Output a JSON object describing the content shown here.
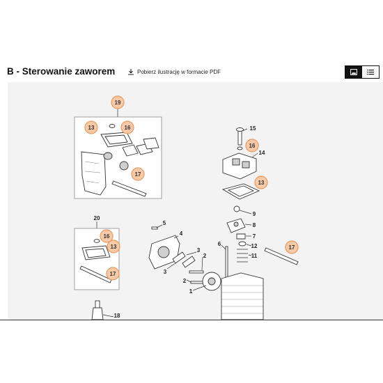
{
  "header": {
    "title": "B - Sterowanie zaworem",
    "pdf_link_label": "Pobierz ilustrację w formacie PDF"
  },
  "view_toggle": {
    "image_icon": "image-icon",
    "list_icon": "list-icon",
    "active": "image"
  },
  "colors": {
    "callout_fill": "#f8c9a6",
    "callout_stroke": "#e69a62",
    "canvas_bg": "#f3f3f3",
    "toggle_active": "#111111"
  },
  "diagram": {
    "callouts": [
      "19",
      "13",
      "16",
      "17",
      "20",
      "16",
      "13",
      "17",
      "16",
      "13",
      "17"
    ],
    "labels": [
      "15",
      "14",
      "9",
      "8",
      "7",
      "12",
      "11",
      "6",
      "5",
      "4",
      "3",
      "3",
      "2",
      "2",
      "1",
      "18"
    ]
  }
}
